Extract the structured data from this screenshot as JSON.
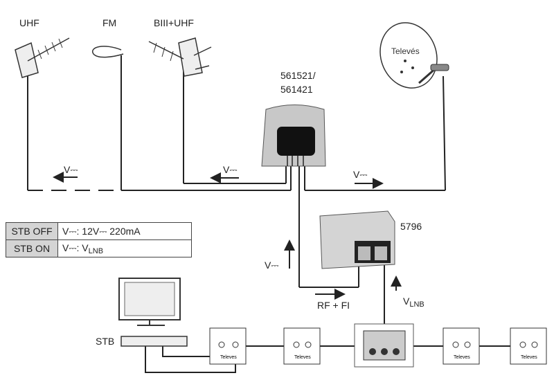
{
  "antennas": {
    "uhf": "UHF",
    "fm": "FM",
    "biii_uhf": "BIII+UHF"
  },
  "amplifier": {
    "model_line1": "561521/",
    "model_line2": "561421"
  },
  "dish": {
    "brand": "Televés"
  },
  "power_supply": {
    "model": "5796"
  },
  "arrows": {
    "v_dc": "V⎓",
    "rf_fi": "RF + FI",
    "v_lnb_main": "V",
    "v_lnb_sub": "LNB"
  },
  "stb": {
    "label": "STB"
  },
  "socket_brand": "Televes",
  "table": {
    "rows": [
      {
        "state": "STB OFF",
        "value": "V⎓: 12V⎓ 220mA"
      },
      {
        "state": "STB ON",
        "value": "V⎓: V",
        "value_sub": "LNB"
      }
    ]
  },
  "colors": {
    "line": "#222222",
    "device_grey": "#c8c8c8",
    "table_header": "#d4d4d4"
  }
}
